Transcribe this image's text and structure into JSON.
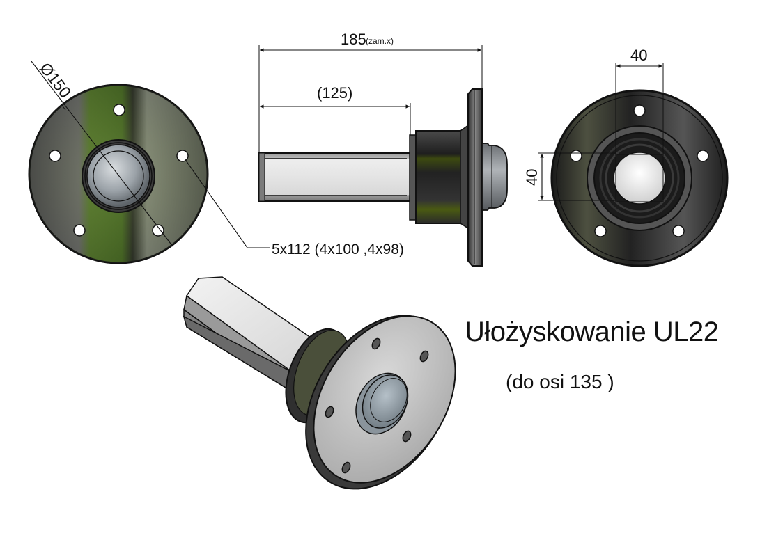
{
  "drawing": {
    "title": "Ułożyskowanie UL22",
    "subtitle": "(do osi 135 )",
    "dimensions": {
      "diameter_label": "Ø150",
      "overall_length": "185",
      "overall_length_note": "(zam.x)",
      "shaft_length": "(125)",
      "hex_width_horizontal": "40",
      "hex_width_vertical": "40",
      "bolt_pattern": "5x112 (4x100 ,4x98)"
    },
    "views": [
      {
        "name": "front-view",
        "description": "Flange front view with 5 bolt holes and hub cap"
      },
      {
        "name": "side-view",
        "description": "Side view with hex shaft, bearing housing and flange"
      },
      {
        "name": "rear-view",
        "description": "Rear flange view with hex bore"
      },
      {
        "name": "isometric-view",
        "description": "3D isometric render of hub with hex shaft"
      }
    ],
    "colors": {
      "line": "#111111",
      "flange_dark": "#2a2a2a",
      "shaft_light": "#d8d8d8",
      "cap_grey": "#8e9499",
      "background": "#ffffff"
    }
  }
}
